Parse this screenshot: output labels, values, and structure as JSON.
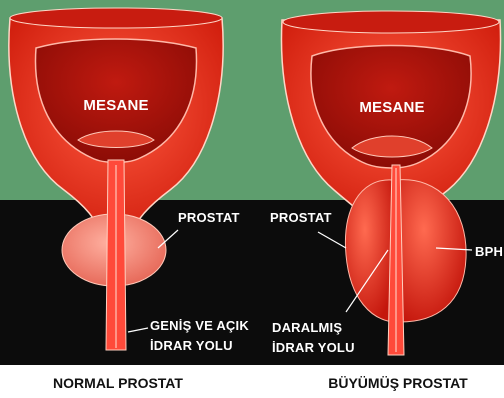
{
  "colors": {
    "top_background": "#5e9e6e",
    "bottom_background": "#0c0c0c",
    "bladder_outer": "#e02a18",
    "bladder_inner": "#b4140c",
    "prostate_normal": "#f07a6a",
    "prostate_enlarged": "#e8281e",
    "urethra": "#ff4a3a",
    "outline": "#ffd0c0",
    "label_text": "#ffffff",
    "caption_text": "#111111",
    "caption_bar": "#ffffff"
  },
  "left": {
    "bladder_label": "MESANE",
    "prostate_label": "PROSTAT",
    "urethra_label_line1": "GENİŞ VE AÇIK",
    "urethra_label_line2": "İDRAR YOLU",
    "caption": "NORMAL PROSTAT"
  },
  "right": {
    "bladder_label": "MESANE",
    "prostate_label": "PROSTAT",
    "bph_label": "BPH",
    "urethra_label_line1": "DARALMIŞ",
    "urethra_label_line2": "İDRAR YOLU",
    "caption": "BÜYÜMÜŞ PROSTAT"
  }
}
